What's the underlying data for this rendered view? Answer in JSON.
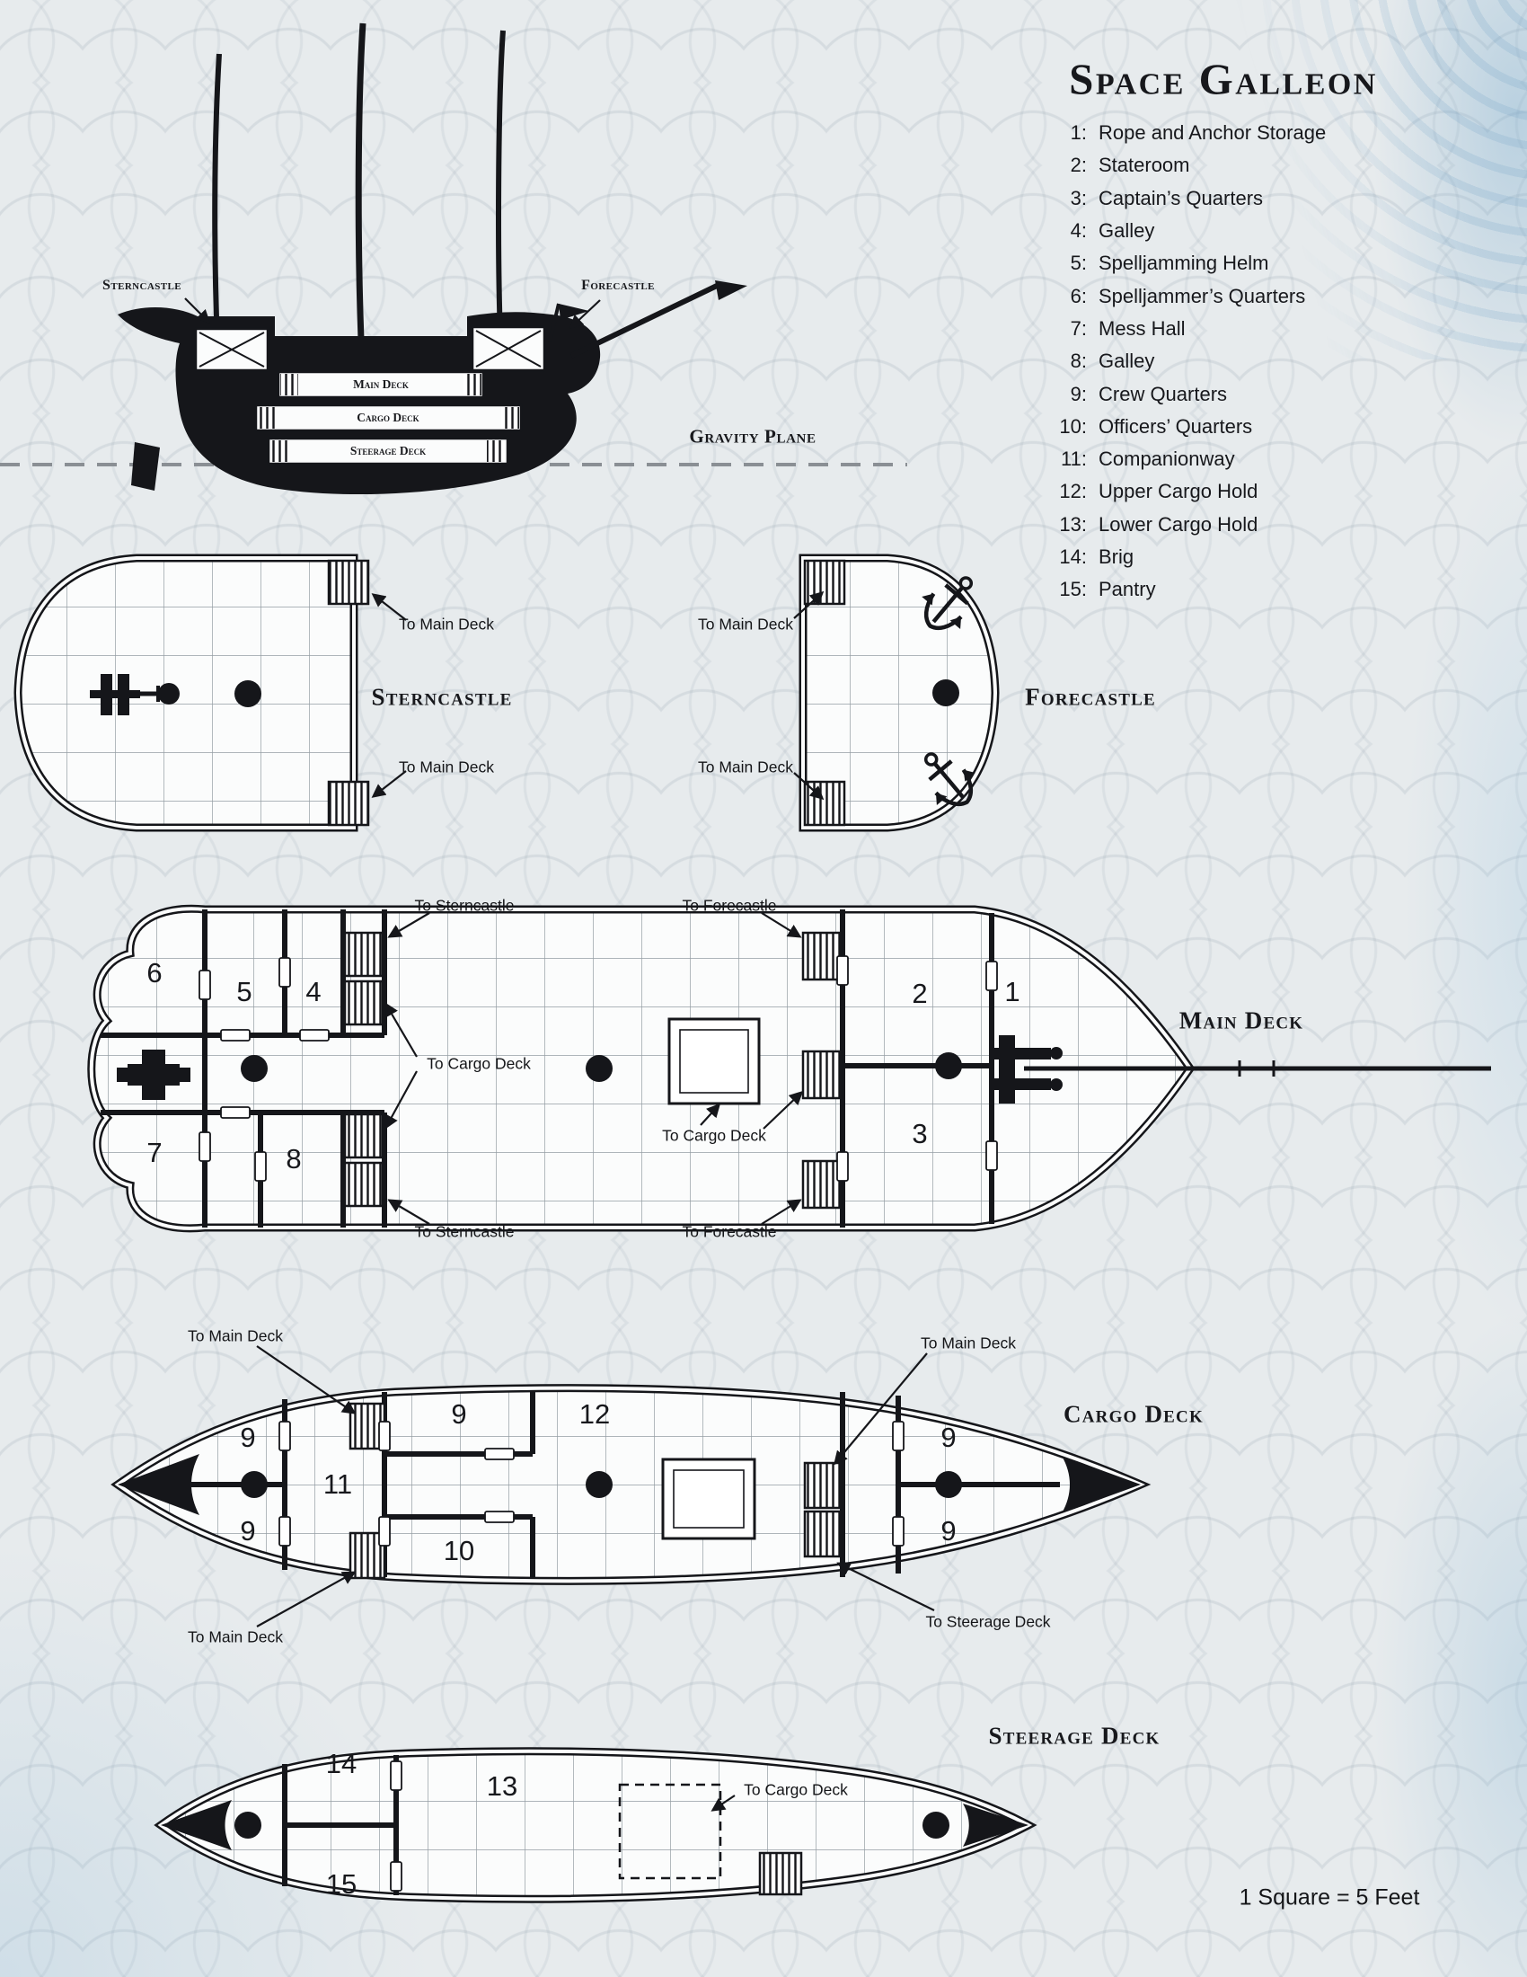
{
  "title": "Space Galleon",
  "legend": {
    "items": [
      {
        "num": "1:",
        "label": "Rope and Anchor Storage"
      },
      {
        "num": "2:",
        "label": "Stateroom"
      },
      {
        "num": "3:",
        "label": "Captain’s Quarters"
      },
      {
        "num": "4:",
        "label": "Galley"
      },
      {
        "num": "5:",
        "label": "Spelljamming Helm"
      },
      {
        "num": "6:",
        "label": "Spelljammer’s Quarters"
      },
      {
        "num": "7:",
        "label": "Mess Hall"
      },
      {
        "num": "8:",
        "label": "Galley"
      },
      {
        "num": "9:",
        "label": "Crew Quarters"
      },
      {
        "num": "10:",
        "label": "Officers’ Quarters"
      },
      {
        "num": "11:",
        "label": "Companionway"
      },
      {
        "num": "12:",
        "label": "Upper Cargo Hold"
      },
      {
        "num": "13:",
        "label": "Lower Cargo Hold"
      },
      {
        "num": "14:",
        "label": "Brig"
      },
      {
        "num": "15:",
        "label": "Pantry"
      }
    ]
  },
  "profile": {
    "sterncastle_label": "Sterncastle",
    "forecastle_label": "Forecastle",
    "main_deck_strip": "Main Deck",
    "cargo_deck_strip": "Cargo Deck",
    "steerage_deck_strip": "Steerage Deck",
    "gravity_plane_label": "Gravity Plane"
  },
  "deck_titles": {
    "sterncastle": "Sterncastle",
    "forecastle": "Forecastle",
    "main_deck": "Main Deck",
    "cargo_deck": "Cargo Deck",
    "steerage_deck": "Steerage Deck"
  },
  "nav_labels": {
    "to_main_deck": "To Main Deck",
    "to_sterncastle": "To Sterncastle",
    "to_forecastle": "To Forecastle",
    "to_cargo_deck": "To Cargo Deck",
    "to_steerage_deck": "To Steerage Deck"
  },
  "rooms": {
    "n1": "1",
    "n2": "2",
    "n3": "3",
    "n4": "4",
    "n5": "5",
    "n6": "6",
    "n7": "7",
    "n8": "8",
    "n9": "9",
    "n10": "10",
    "n11": "11",
    "n12": "12",
    "n13": "13",
    "n14": "14",
    "n15": "15"
  },
  "scale_note": "1 Square = 5 Feet",
  "colors": {
    "ink": "#15161a",
    "paper": "#e7ebed",
    "grid": "#949da3",
    "wash_blue": "#9fc3db"
  }
}
